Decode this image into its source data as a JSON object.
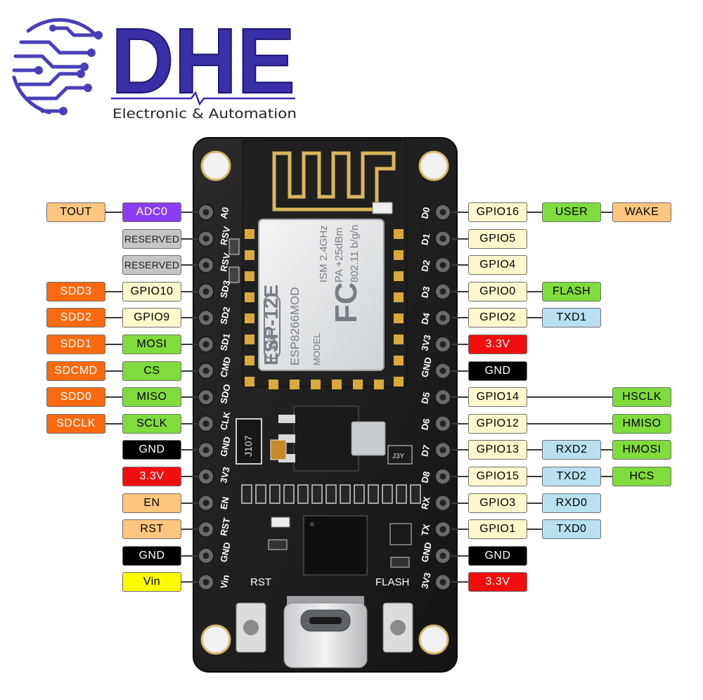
{
  "brand": {
    "name": "DHE",
    "tagline": "Electronic & Automation",
    "color": "#3b2fa8"
  },
  "board": {
    "module_name": "ESP-12E",
    "module_model": "ESP8266MOD",
    "module_specs": [
      "ISM 2.4GHz",
      "PA +25dBm",
      "802.11 b/g/n"
    ],
    "wifi_badge": "WiFi",
    "model_label": "MODEL",
    "fcc_logo": "FC",
    "regulator_label": "J107",
    "crystal_label": "J3Y",
    "button_rst_label": "RST",
    "button_flash_label": "FLASH",
    "left_silk": [
      "A0",
      "RSV",
      "RSV",
      "SD3",
      "SD2",
      "SD1",
      "CMD",
      "SDO",
      "CLK",
      "GND",
      "3V3",
      "EN",
      "RST",
      "GND",
      "Vin"
    ],
    "right_silk": [
      "D0",
      "D1",
      "D2",
      "D3",
      "D4",
      "3V3",
      "GND",
      "D5",
      "D6",
      "D7",
      "D8",
      "RX",
      "TX",
      "GND",
      "3V3"
    ]
  },
  "colors": {
    "tan": "#fcc67e",
    "purple": "#8a3cf0",
    "gray": "#c5c5c5",
    "orange": "#fb6a10",
    "cream": "#fdf8cc",
    "green": "#7fdc3c",
    "black": "#000000",
    "red": "#f20e0e",
    "yellow": "#fbfb00",
    "light_blue": "#b8e0f0"
  },
  "left_pins": [
    [
      "TOUT",
      "ADC0"
    ],
    [
      "RESERVED"
    ],
    [
      "RESERVED"
    ],
    [
      "SDD3",
      "GPIO10"
    ],
    [
      "SDD2",
      "GPIO9"
    ],
    [
      "SDD1",
      "MOSI"
    ],
    [
      "SDCMD",
      "CS"
    ],
    [
      "SDD0",
      "MISO"
    ],
    [
      "SDCLK",
      "SCLK"
    ],
    [
      "GND"
    ],
    [
      "3.3V"
    ],
    [
      "EN"
    ],
    [
      "RST"
    ],
    [
      "GND"
    ],
    [
      "Vin"
    ]
  ],
  "right_pins": [
    [
      "GPIO16",
      "USER",
      "WAKE"
    ],
    [
      "GPIO5"
    ],
    [
      "GPIO4"
    ],
    [
      "GPIO0",
      "FLASH"
    ],
    [
      "GPIO2",
      "TXD1"
    ],
    [
      "3.3V"
    ],
    [
      "GND"
    ],
    [
      "GPIO14",
      "HSCLK"
    ],
    [
      "GPIO12",
      "HMISO"
    ],
    [
      "GPIO13",
      "RXD2",
      "HMOSI"
    ],
    [
      "GPIO15",
      "TXD2",
      "HCS"
    ],
    [
      "GPIO3",
      "RXD0"
    ],
    [
      "GPIO1",
      "TXD0"
    ],
    [
      "GND"
    ],
    [
      "3.3V"
    ]
  ]
}
